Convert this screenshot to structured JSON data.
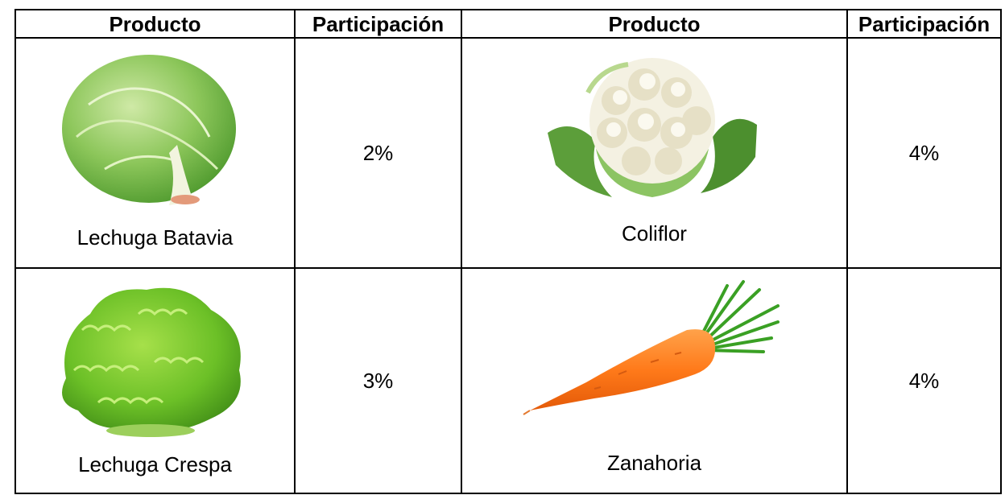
{
  "table": {
    "headers": [
      "Producto",
      "Participación",
      "Producto",
      "Participación"
    ],
    "rows": [
      {
        "left": {
          "product": "Lechuga Batavia",
          "share": "2%",
          "icon": "iceberg-lettuce-image"
        },
        "right": {
          "product": "Coliflor",
          "share": "4%",
          "icon": "cauliflower-image"
        }
      },
      {
        "left": {
          "product": "Lechuga Crespa",
          "share": "3%",
          "icon": "curly-lettuce-image"
        },
        "right": {
          "product": "Zanahoria",
          "share": "4%",
          "icon": "carrot-image"
        }
      }
    ]
  }
}
